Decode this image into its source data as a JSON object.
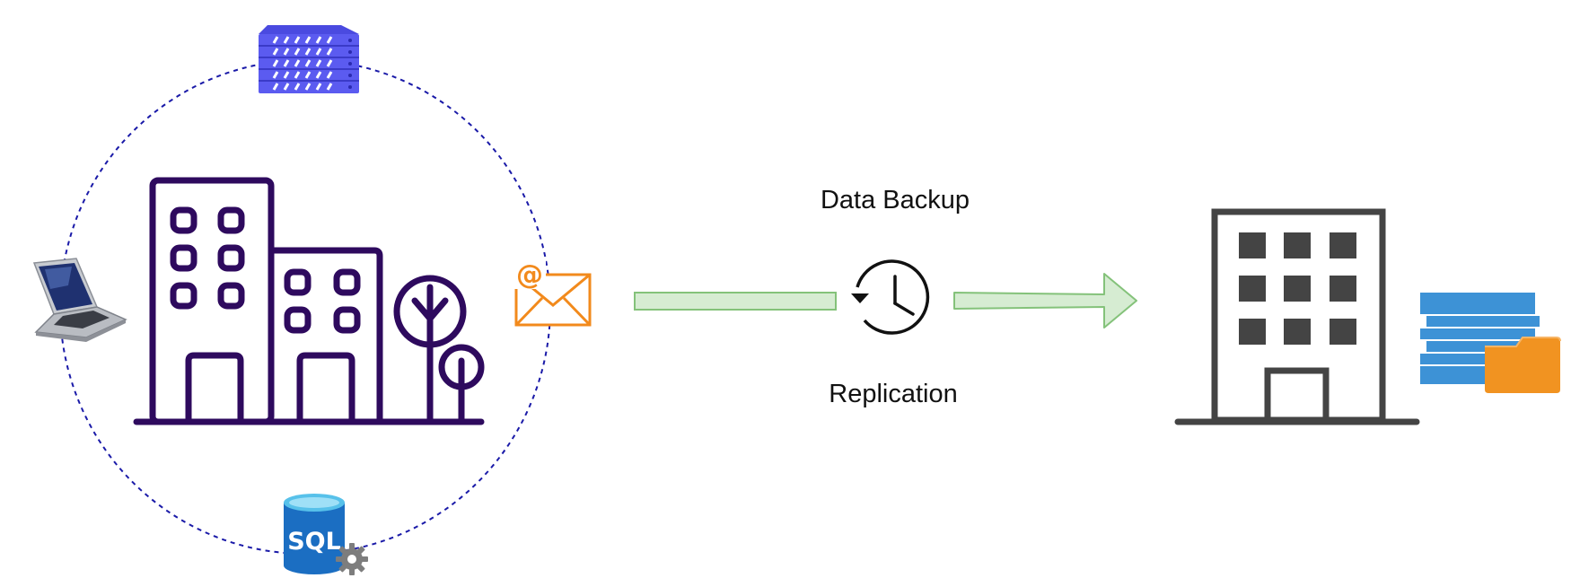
{
  "labels": {
    "top": "Data Backup",
    "bottom": "Replication"
  },
  "nodes": {
    "sql_text": "SQL",
    "email_at": "@"
  },
  "icons": {
    "server": "server-rack-icon",
    "laptop": "laptop-icon",
    "email": "email-icon",
    "database": "sql-database-icon",
    "source_building": "office-building-icon",
    "backup_schedule": "clock-history-icon",
    "target_building": "datacenter-building-icon",
    "storage": "storage-folder-icon"
  },
  "colors": {
    "purple": "#2e0a5e",
    "ring": "#1a1aa8",
    "server": "#5b5bf0",
    "email": "#f28a1c",
    "arrow_fill": "#d6ecd2",
    "arrow_stroke": "#84c27a",
    "dark_building": "#444444",
    "storage_blue": "#3d92d6",
    "folder_orange": "#f19321",
    "sql_blue": "#1b6ec2"
  }
}
